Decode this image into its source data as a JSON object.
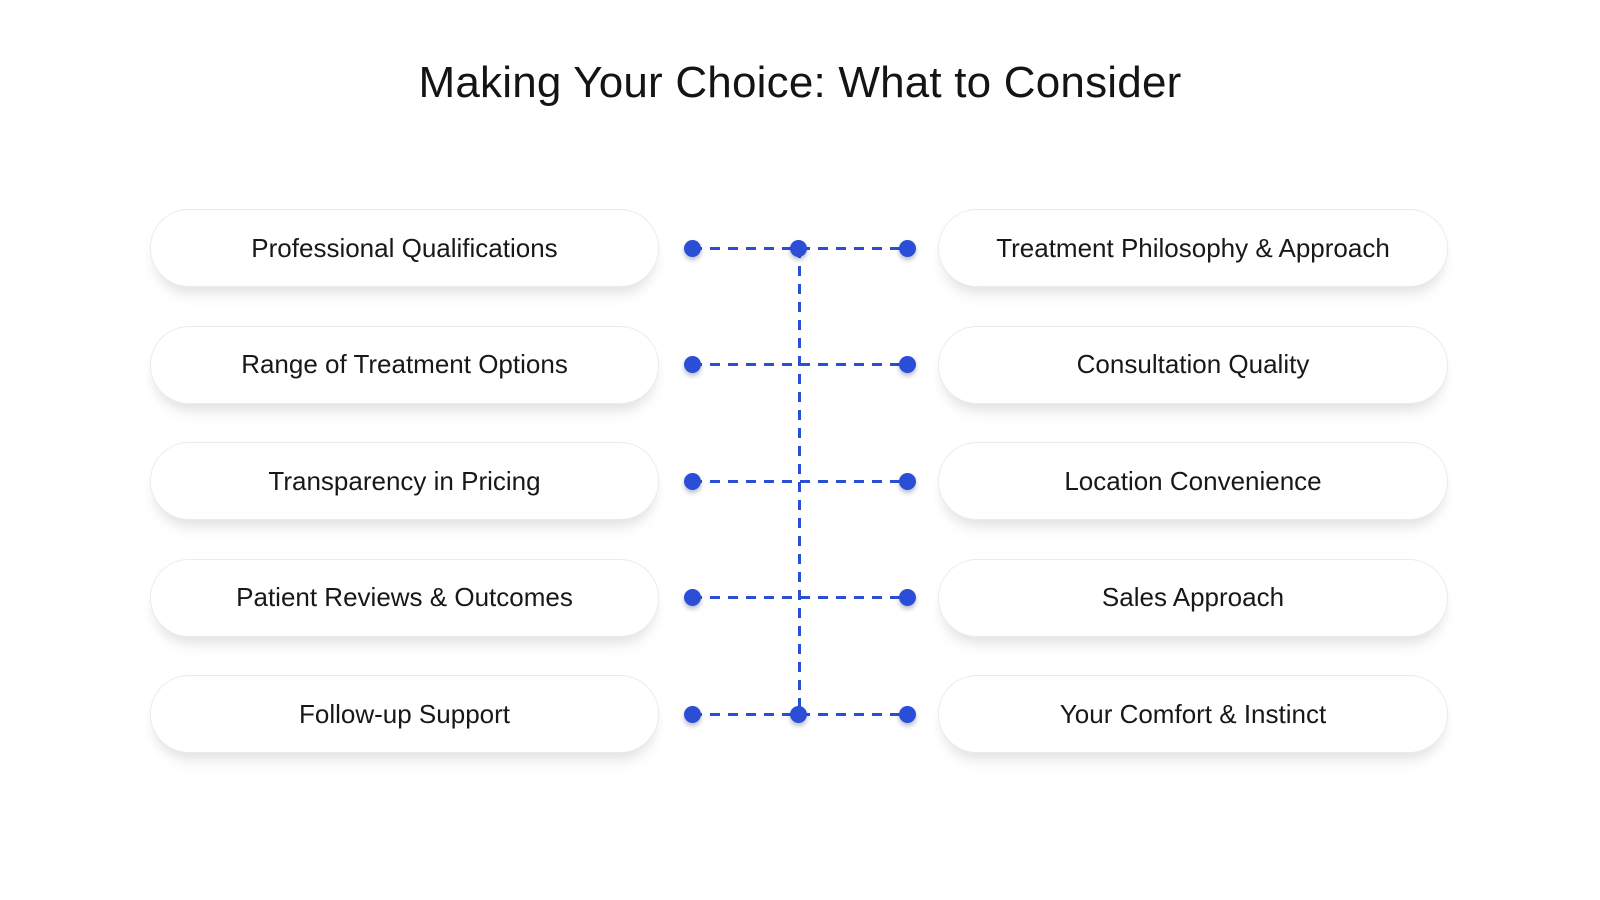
{
  "title": "Making Your Choice: What to Consider",
  "colors": {
    "accent_blue": "#2a4ed6",
    "card_background": "#ffffff",
    "card_border": "#ebebeb",
    "text": "#17181a"
  },
  "rows": [
    {
      "left": "Professional Qualifications",
      "right": "Treatment Philosophy & Approach"
    },
    {
      "left": "Range of Treatment Options",
      "right": "Consultation Quality"
    },
    {
      "left": "Transparency in Pricing",
      "right": "Location Convenience"
    },
    {
      "left": "Patient Reviews & Outcomes",
      "right": "Sales Approach"
    },
    {
      "left": "Follow-up Support",
      "right": "Your Comfort & Instinct"
    }
  ]
}
